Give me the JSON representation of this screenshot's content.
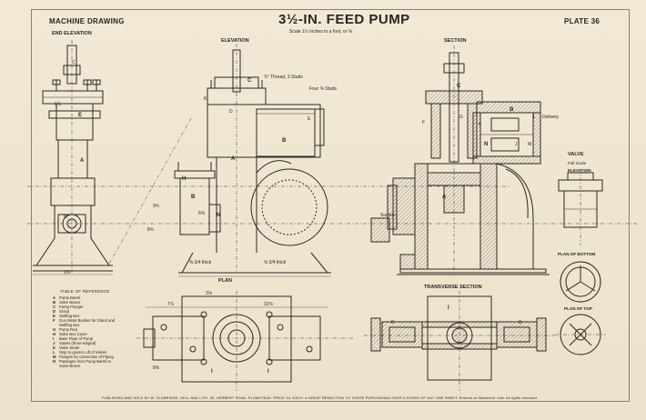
{
  "header": {
    "left_title": "MACHINE DRAWING",
    "main_title": "3½-IN. FEED PUMP",
    "plate": "PLATE 36",
    "scale_note": "Scale 1½ inches to a foot, or ⅛"
  },
  "views": {
    "end_elevation": "END ELEVATION",
    "elevation": "ELEVATION",
    "section": "SECTION",
    "plan": "PLAN",
    "transverse_section": "TRANSVERSE SECTION",
    "valve": "VALVE",
    "valve_scale": "Full Scale",
    "valve_elevation": "ELEVATION",
    "plan_of_bottom": "PLAN OF BOTTOM",
    "plan_of_top": "PLAN OF TOP"
  },
  "annotations": {
    "studs_top": "¾\" Thread, 3 Studs",
    "studs_side": "Four ⅝ Studs",
    "thick_1": "⅜ 3/4 thick",
    "thick_2": "⅝ 3/4 thick",
    "suction": "Suction",
    "delivery": "Delivery",
    "ends": "1⅛",
    "plan_dim_1": "7⅞",
    "plan_dim_2": "10⅞",
    "plan_dim_3": "2⅛",
    "plan_dim_4": "8⅝",
    "elev_dim_1": "9¾",
    "elev_dim_2": "8¾",
    "elev_dim_3": "6⅝"
  },
  "letters": [
    "A",
    "B",
    "C",
    "D",
    "E",
    "F",
    "G",
    "H",
    "I",
    "J",
    "K",
    "L",
    "M",
    "N"
  ],
  "legend": {
    "title": "TABLE OF REFERENCE",
    "items": [
      {
        "key": "A",
        "text": "Pump Barrel"
      },
      {
        "key": "B",
        "text": "Valve Boxes"
      },
      {
        "key": "C",
        "text": "Pump Plunger"
      },
      {
        "key": "D",
        "text": "Gland"
      },
      {
        "key": "E",
        "text": "Stuffing Box"
      },
      {
        "key": "F",
        "text": "Gun Metal Bushes for Gland and"
      },
      {
        "key": "",
        "text": "Stuffing Box"
      },
      {
        "key": "G",
        "text": "Pump Rod"
      },
      {
        "key": "H",
        "text": "Valve Box Cover"
      },
      {
        "key": "I",
        "text": "Base Plate of Pump"
      },
      {
        "key": "J",
        "text": "Valves (three-winged)"
      },
      {
        "key": "K",
        "text": "Valve Seats"
      },
      {
        "key": "L",
        "text": "Stop to govern Lift of Valves"
      },
      {
        "key": "M",
        "text": "Flanges for connection of Piping"
      },
      {
        "key": "N",
        "text": "Passages from Pump Barrel to"
      },
      {
        "key": "",
        "text": "Valve Boxes"
      }
    ]
  },
  "footer": "PUBLISHED AND SOLD BY W. OLDBRIDGE, DELL AND LITH. 90, HERBERT ROAD, PLUMSTEAD. PRICE 1d. EACH. A GREAT REDUCTION TO THOSE PURCHASING OVER A DOZEN OF ANY ONE SHEET. Entered at Stationers' Hall. All rights reserved."
}
